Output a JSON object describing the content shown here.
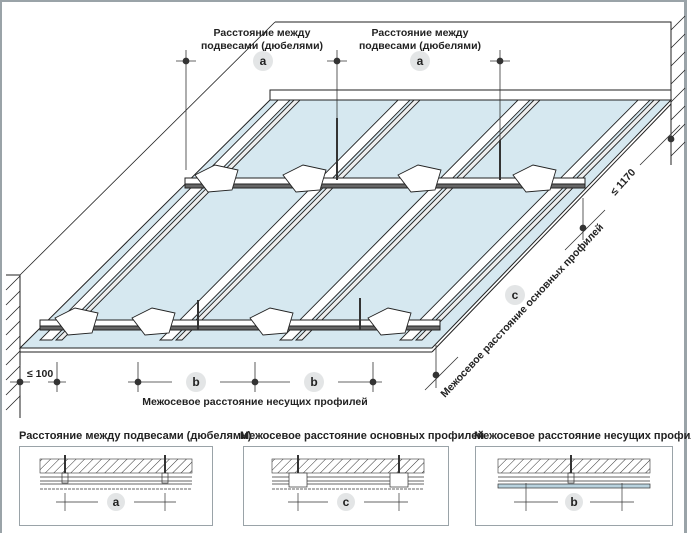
{
  "main_diagram": {
    "top_labels": [
      {
        "text_line1": "Расстояние между",
        "text_line2": "подвесами (дюбелями)",
        "marker": "a"
      },
      {
        "text_line1": "Расстояние между",
        "text_line2": "подвесами (дюбелями)",
        "marker": "a"
      }
    ],
    "bottom_dimension": {
      "edge_label": "≤ 100",
      "markers": [
        "b",
        "b"
      ],
      "caption": "Межосевое расстояние несущих профилей"
    },
    "right_dimension": {
      "max_label": "≤ 1170",
      "marker": "c",
      "caption": "Межосевое расстояние основных профилей"
    }
  },
  "detail_panels": [
    {
      "title": "Расстояние между подвесами (дюбелями)",
      "marker": "a"
    },
    {
      "title": "Межосевое расстояние основных профилей",
      "marker": "c"
    },
    {
      "title": "Межосевое расстояние несущих профилей",
      "marker": "b"
    }
  ],
  "colors": {
    "panel_blue": "#d6e8f0",
    "line": "#222222",
    "frame": "#9aa3a8",
    "marker_bg": "#e3e5e6"
  }
}
